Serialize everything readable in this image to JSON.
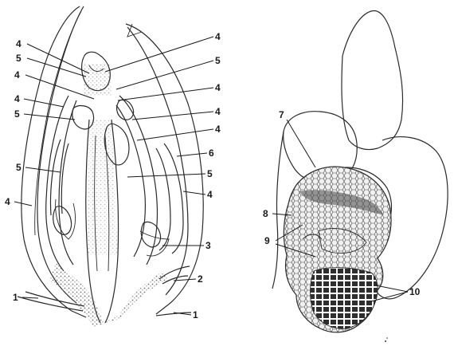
{
  "colors": {
    "ink": "#1a1a1a",
    "paper": "#ffffff"
  },
  "labels": {
    "left": {
      "l4a": "4",
      "l5a": "5",
      "l4b": "4",
      "l4c": "4",
      "l5b": "5",
      "l5c": "5",
      "l4d": "4",
      "l4e": "4",
      "l4f": "4",
      "l4g": "4",
      "l4h": "4",
      "l6": "6",
      "l5d": "5",
      "l4i": "4",
      "l3": "3",
      "l2": "2",
      "l1a": "1",
      "l1b": "1"
    },
    "right": {
      "l7": "7",
      "l8": "8",
      "l9": "9",
      "l10": "10"
    }
  }
}
